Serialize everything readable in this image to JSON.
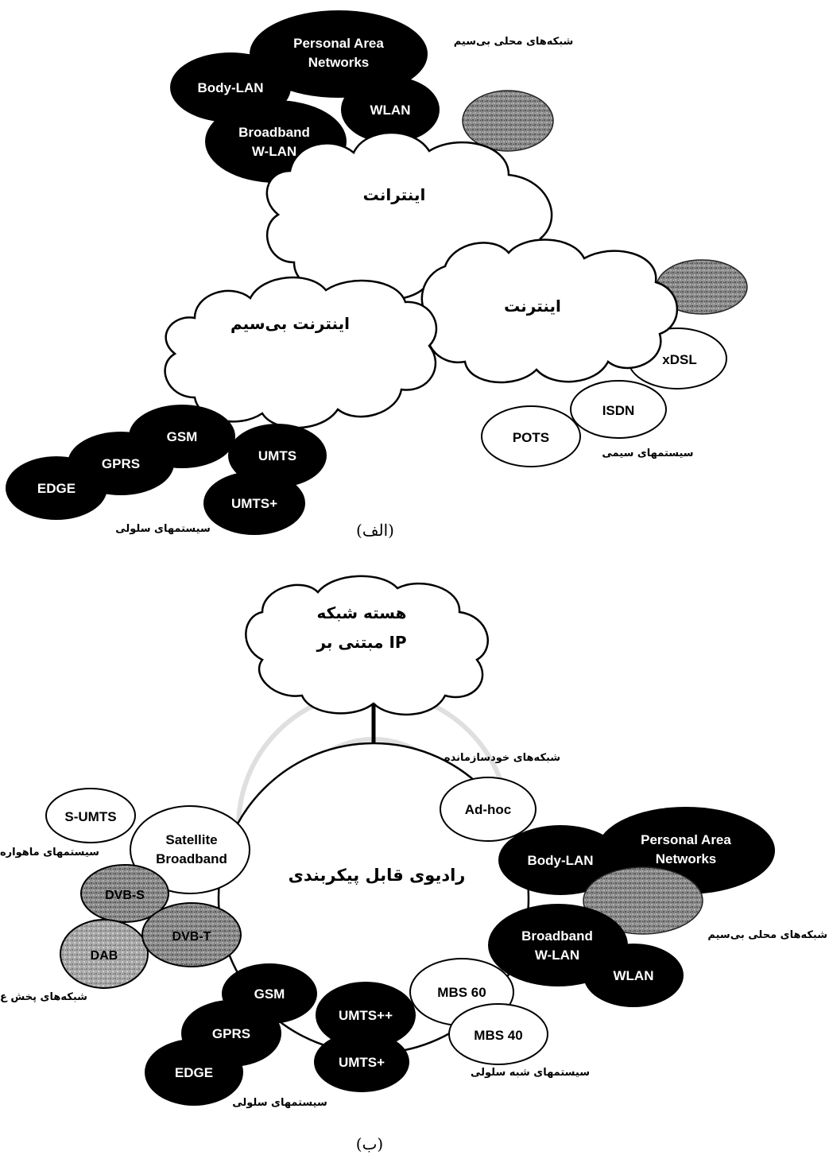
{
  "diagram_a": {
    "wireless_lan_caption": "شبکه‌های محلی بی‌سیم",
    "pan": [
      "Personal Area",
      "Networks"
    ],
    "body_lan": "Body-LAN",
    "wlan": "WLAN",
    "broadband_wlan": [
      "Broadband",
      "W-LAN"
    ],
    "internet_cloud": "اینترانت",
    "internet_cloud_2": "اینترنت",
    "wireless_internet_cloud": "اینترنت بی‌سیم",
    "xdsl": "xDSL",
    "isdn": "ISDN",
    "pots": "POTS",
    "wired_systems_caption": "سیستمهای سیمی",
    "gsm": "GSM",
    "gprs": "GPRS",
    "edge": "EDGE",
    "umts": "UMTS",
    "umts_plus": "UMTS+",
    "cellular_caption": "سیستمهای سلولی",
    "figure_label": "(الف)"
  },
  "diagram_b": {
    "core_cloud": [
      "هسته شبکه",
      "مبتنی بر IP"
    ],
    "adhoc_caption": "شبکه‌های خودسازمانده",
    "adhoc": "Ad-hoc",
    "center": "رادیوی قابل پیکربندی",
    "s_umts": "S-UMTS",
    "satellite_caption": "سیستمهای ماهواره",
    "satellite_broadband": [
      "Satellite",
      "Broadband"
    ],
    "dvb_s": "DVB-S",
    "dvb_t": "DVB-T",
    "dab": "DAB",
    "broadcast_caption": "شبکه‌های پخش ع",
    "gsm": "GSM",
    "gprs": "GPRS",
    "edge": "EDGE",
    "umts_pp": "UMTS++",
    "umts_plus": "UMTS+",
    "cellular_caption": "سیستمهای سلولی",
    "mbs60": "MBS 60",
    "mbs40": "MBS 40",
    "pseudo_cellular_caption": "سیستمهای شبه سلولی",
    "body_lan": "Body-LAN",
    "pan": [
      "Personal Area",
      "Networks"
    ],
    "broadband_wlan": [
      "Broadband",
      "W-LAN"
    ],
    "wlan": "WLAN",
    "wireless_lan_caption": "شبکه‌های محلی بی‌سیم",
    "figure_label": "(ب)"
  }
}
